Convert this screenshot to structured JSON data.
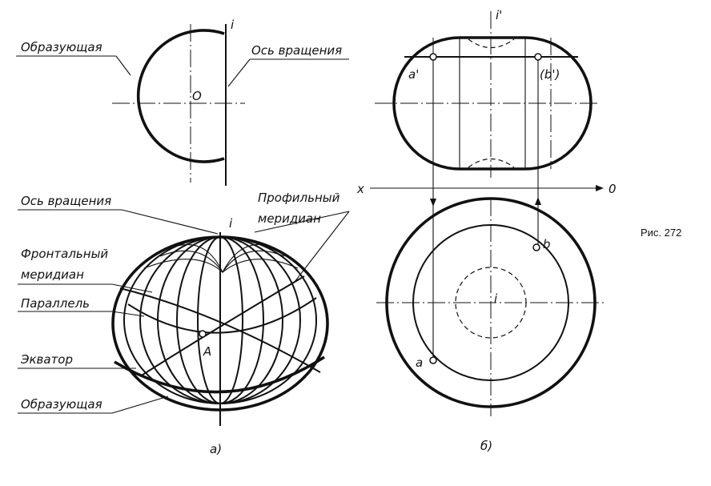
{
  "labels": {
    "generatrix_top": "Образующая",
    "axis_top": "Ось вращения",
    "axis_letter_top": "i",
    "center_o": "O",
    "axis_bottom": "Ось вращения",
    "axis_letter_bottom": "i",
    "profile_meridian_1": "Профильный",
    "profile_meridian_2": "меридиан",
    "frontal_meridian_1": "Фронтальный",
    "frontal_meridian_2": "меридиан",
    "parallel": "Параллель",
    "equator": "Экватор",
    "generatrix_bottom": "Образующая",
    "point_a_upper": "A",
    "caption_a": "а)"
  },
  "views": {
    "axis_front": "i'",
    "point_a_front": "a'",
    "point_b_front": "(b')",
    "axis_x": "x",
    "axis_0": "0",
    "axis_plan": "i",
    "point_b_plan": "b",
    "point_a_plan": "a",
    "caption_b": "б)"
  },
  "figure_caption": "Рис. 272"
}
